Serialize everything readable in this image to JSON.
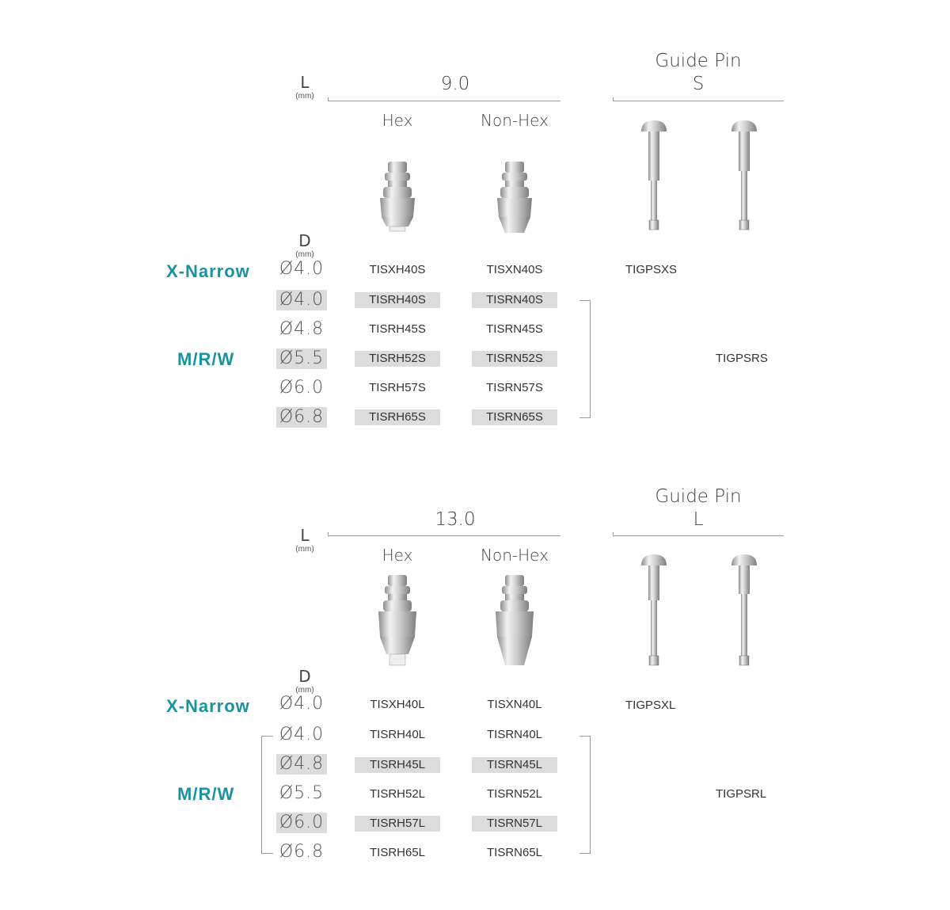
{
  "section1": {
    "length_label": "L",
    "length_unit": "(mm)",
    "length_value": "9.0",
    "guide_pin_title": "Guide Pin",
    "guide_pin_size": "S",
    "col_hex": "Hex",
    "col_nonhex": "Non-Hex",
    "diameter_label": "D",
    "diameter_unit": "(mm)",
    "cat_xnarrow": "X-Narrow",
    "cat_mrw": "M/R/W",
    "rows": [
      {
        "dia": "Ø4.0",
        "hex": "TISXH40S",
        "nonhex": "TISXN40S"
      },
      {
        "dia": "Ø4.0",
        "hex": "TISRH40S",
        "nonhex": "TISRN40S"
      },
      {
        "dia": "Ø4.8",
        "hex": "TISRH45S",
        "nonhex": "TISRN45S"
      },
      {
        "dia": "Ø5.5",
        "hex": "TISRH52S",
        "nonhex": "TISRN52S"
      },
      {
        "dia": "Ø6.0",
        "hex": "TISRH57S",
        "nonhex": "TISRN57S"
      },
      {
        "dia": "Ø6.8",
        "hex": "TISRH65S",
        "nonhex": "TISRN65S"
      }
    ],
    "guide_pin_xnarrow": "TIGPSXS",
    "guide_pin_mrw": "TIGPSRS"
  },
  "section2": {
    "length_label": "L",
    "length_unit": "(mm)",
    "length_value": "13.0",
    "guide_pin_title": "Guide Pin",
    "guide_pin_size": "L",
    "col_hex": "Hex",
    "col_nonhex": "Non-Hex",
    "diameter_label": "D",
    "diameter_unit": "(mm)",
    "cat_xnarrow": "X-Narrow",
    "cat_mrw": "M/R/W",
    "rows": [
      {
        "dia": "Ø4.0",
        "hex": "TISXH40L",
        "nonhex": "TISXN40L"
      },
      {
        "dia": "Ø4.0",
        "hex": "TISRH40L",
        "nonhex": "TISRN40L"
      },
      {
        "dia": "Ø4.8",
        "hex": "TISRH45L",
        "nonhex": "TISRN45L"
      },
      {
        "dia": "Ø5.5",
        "hex": "TISRH52L",
        "nonhex": "TISRN52L"
      },
      {
        "dia": "Ø6.0",
        "hex": "TISRH57L",
        "nonhex": "TISRN57L"
      },
      {
        "dia": "Ø6.8",
        "hex": "TISRH65L",
        "nonhex": "TISRN65L"
      }
    ],
    "guide_pin_xnarrow": "TIGPSXL",
    "guide_pin_mrw": "TIGPSRL"
  },
  "colors": {
    "accent": "#1a93a0",
    "shade": "#dcdcdc",
    "rule": "#9a9a9a"
  },
  "icons": [
    "hex-abutment-icon",
    "nonhex-abutment-icon",
    "guide-pin-icon"
  ]
}
